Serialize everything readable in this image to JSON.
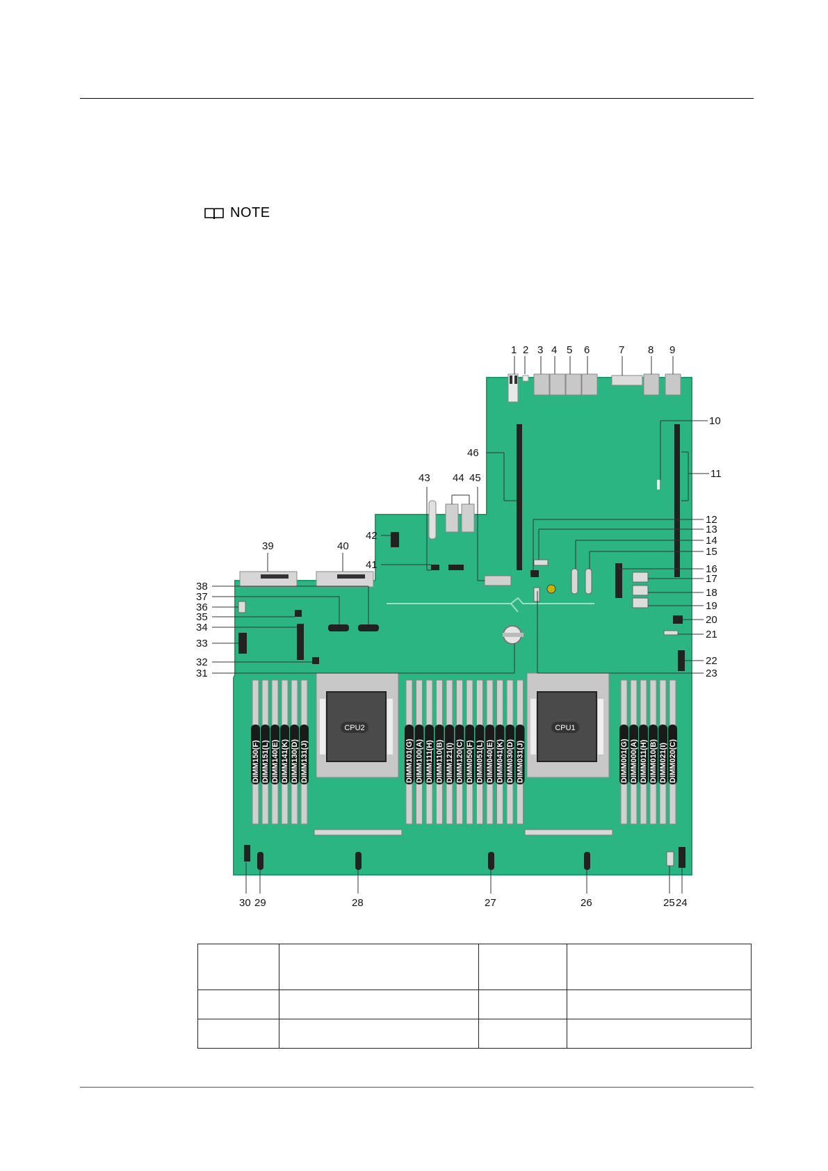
{
  "note": {
    "label": "NOTE",
    "icon": "book-icon"
  },
  "colors": {
    "board": "#2bb583",
    "board_edge": "#1e9a6c",
    "slot": "#2a2a2a",
    "metal": "#c9c9c9",
    "socket_dark": "#4a4a4a"
  },
  "callouts": {
    "top": [
      "1",
      "2",
      "3",
      "4",
      "5",
      "6",
      "7",
      "8",
      "9"
    ],
    "right": [
      "10",
      "11",
      "12",
      "13",
      "14",
      "15",
      "16",
      "17",
      "18",
      "19",
      "20",
      "21",
      "22",
      "23"
    ],
    "bottom": [
      "30",
      "29",
      "28",
      "27",
      "26",
      "25",
      "24"
    ],
    "left": [
      "39",
      "40",
      "42",
      "41",
      "43",
      "44",
      "45",
      "46",
      "38",
      "37",
      "36",
      "35",
      "34",
      "33",
      "32",
      "31"
    ]
  },
  "cpus": {
    "cpu1": "CPU1",
    "cpu2": "CPU2"
  },
  "dimms": {
    "cpu2_left": [
      "DIMM150(F)",
      "DIMM151(L)",
      "DIMM140(E)",
      "DIMM141(K)",
      "DIMM130(D)",
      "DIMM131(J)"
    ],
    "middle": [
      "DIMM101(G)",
      "DIMM100(A)",
      "DIMM111(H)",
      "DIMM110(B)",
      "DIMM121(I)",
      "DIMM120(C)",
      "DIMM050(F)",
      "DIMM051(L)",
      "DIMM040(E)",
      "DIMM041(K)",
      "DIMM030(D)",
      "DIMM031(J)"
    ],
    "cpu1_right": [
      "DIMM001(G)",
      "DIMM000(A)",
      "DIMM011(H)",
      "DIMM010(B)",
      "DIMM021(I)",
      "DIMM020(C)"
    ]
  },
  "table": {
    "rows": [
      [
        "",
        "",
        "",
        ""
      ],
      [
        "",
        "",
        "",
        ""
      ],
      [
        "",
        "",
        "",
        ""
      ]
    ]
  }
}
